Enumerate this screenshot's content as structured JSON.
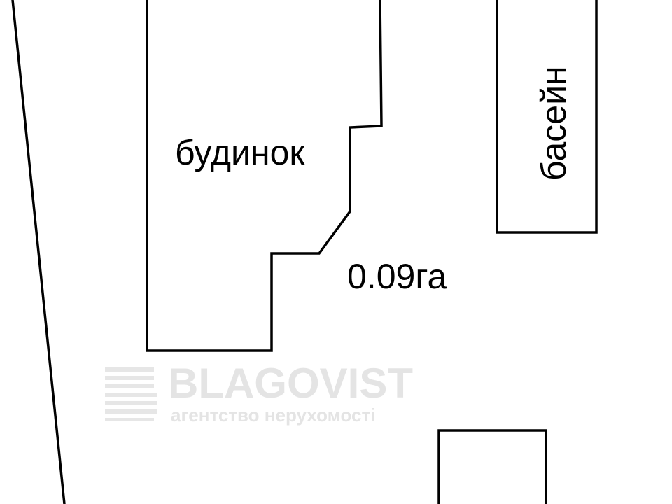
{
  "labels": {
    "house": "будинок",
    "pool": "басейн",
    "area": "0.09га"
  },
  "watermark": {
    "brand": "BLAGOVIST",
    "tagline": "агентство нерухомості"
  },
  "colors": {
    "line": "#000000",
    "background": "#ffffff",
    "watermark": "#e4e4e4"
  }
}
